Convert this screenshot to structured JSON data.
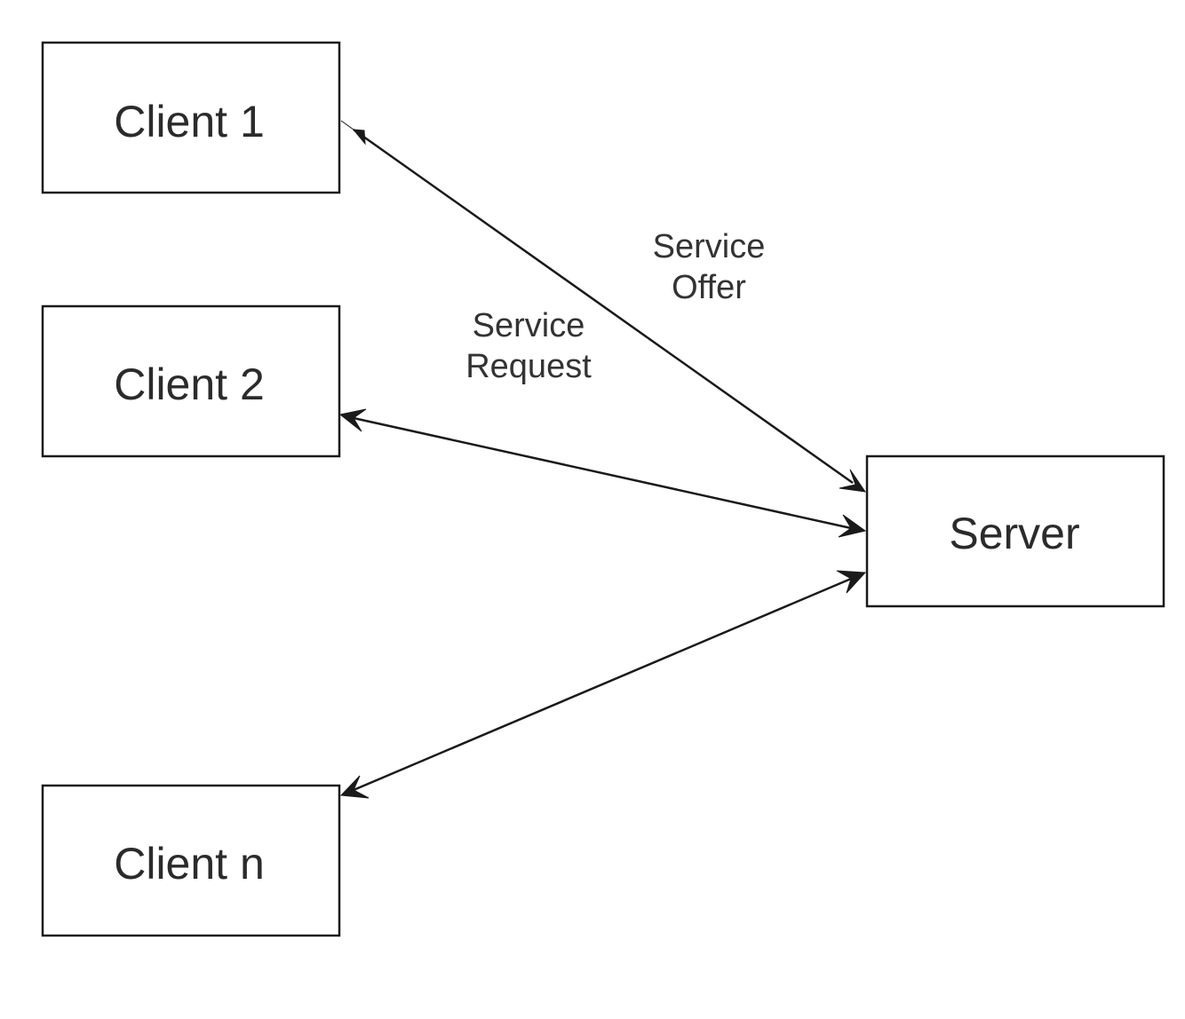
{
  "nodes": {
    "client_1": {
      "label": "Client 1"
    },
    "client_2": {
      "label": "Client 2"
    },
    "client_n": {
      "label": "Client n"
    },
    "server": {
      "label": "Server"
    }
  },
  "edges": [
    {
      "from": "client_1",
      "to": "server",
      "bidirectional": true
    },
    {
      "from": "client_2",
      "to": "server",
      "bidirectional": true
    },
    {
      "from": "client_n",
      "to": "server",
      "bidirectional": true
    }
  ],
  "labels": {
    "service_offer": [
      "Service",
      "Offer"
    ],
    "service_request": [
      "Service",
      "Request"
    ]
  },
  "colors": {
    "stroke": "#1a1a1a",
    "text": "#2b2b2b",
    "background": "#ffffff"
  }
}
